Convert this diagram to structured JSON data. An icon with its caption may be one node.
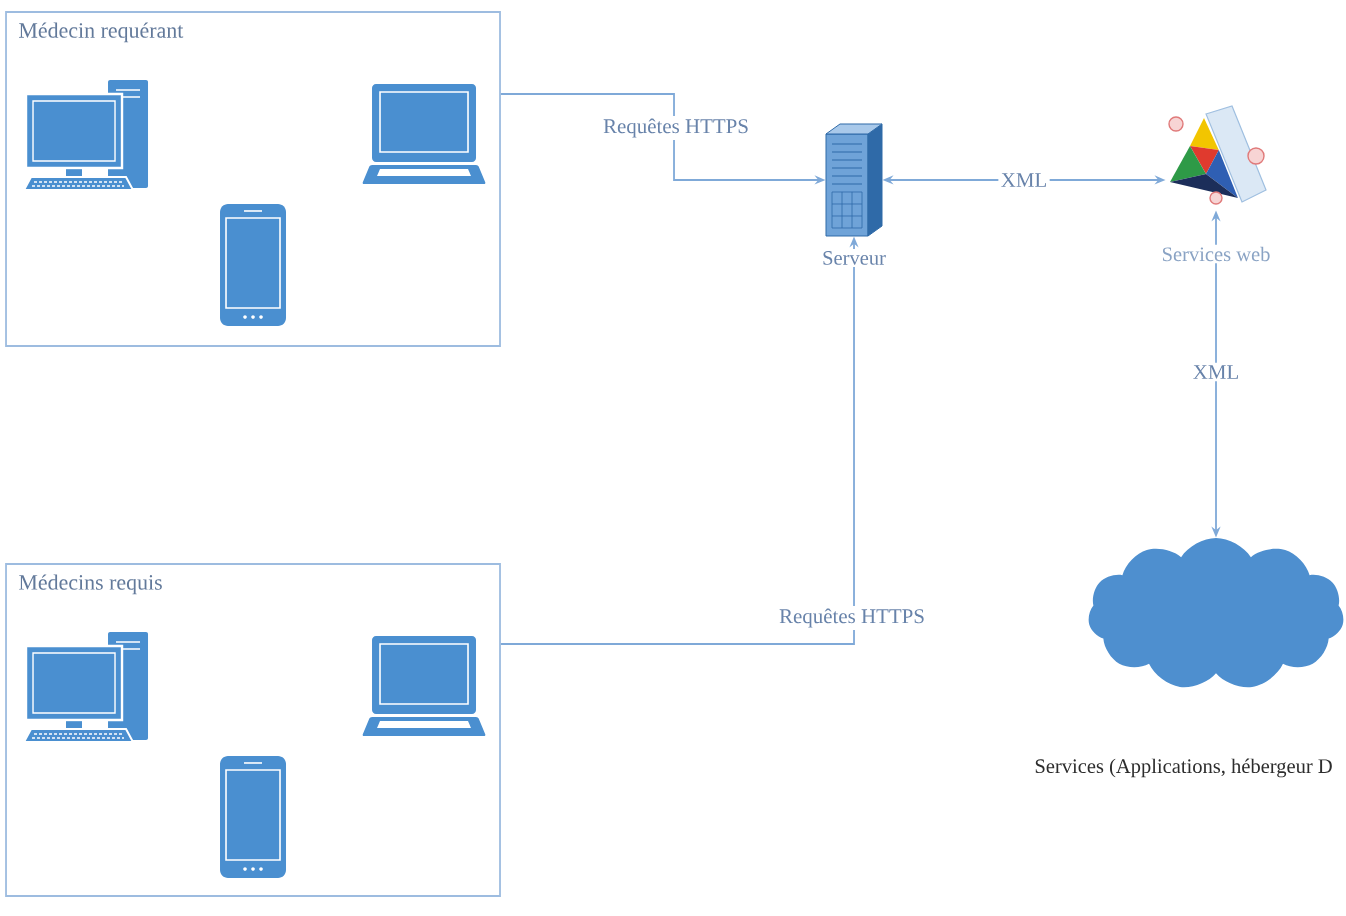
{
  "diagram": {
    "nodes": [
      {
        "text": [
          "Médecin requérant"
        ]
      },
      {
        "text": [],
        "shape": "picture",
        "in": 0
      },
      {
        "text": [],
        "shape": "picture",
        "in": 0
      },
      {
        "text": [],
        "shape": "picture",
        "in": 0
      },
      {
        "text": [
          "Médecins requis"
        ]
      },
      {
        "text": [],
        "shape": "picture",
        "in": 4
      },
      {
        "text": [],
        "shape": "picture",
        "in": 4
      },
      {
        "text": [],
        "shape": "picture",
        "in": 4
      },
      {
        "text": [],
        "shape": "picture",
        "beside": [
          "Serveur"
        ]
      },
      {
        "text": [],
        "shape": "picture",
        "beside": [
          "Services web"
        ]
      },
      {
        "text": [],
        "shape": "cloud",
        "beside": [
          "Services (Applications, hébergeur D"
        ]
      }
    ],
    "edges": [
      {
        "from": 0,
        "to": 8,
        "arrow": "to",
        "label": "Requêtes HTTPS"
      },
      {
        "from": 4,
        "to": 8,
        "arrow": "to",
        "label": "Requêtes HTTPS"
      },
      {
        "from": 8,
        "to": 9,
        "arrow": "both",
        "label": "XML"
      },
      {
        "from": 9,
        "to": 10,
        "arrow": "both",
        "label": "XML"
      }
    ]
  }
}
